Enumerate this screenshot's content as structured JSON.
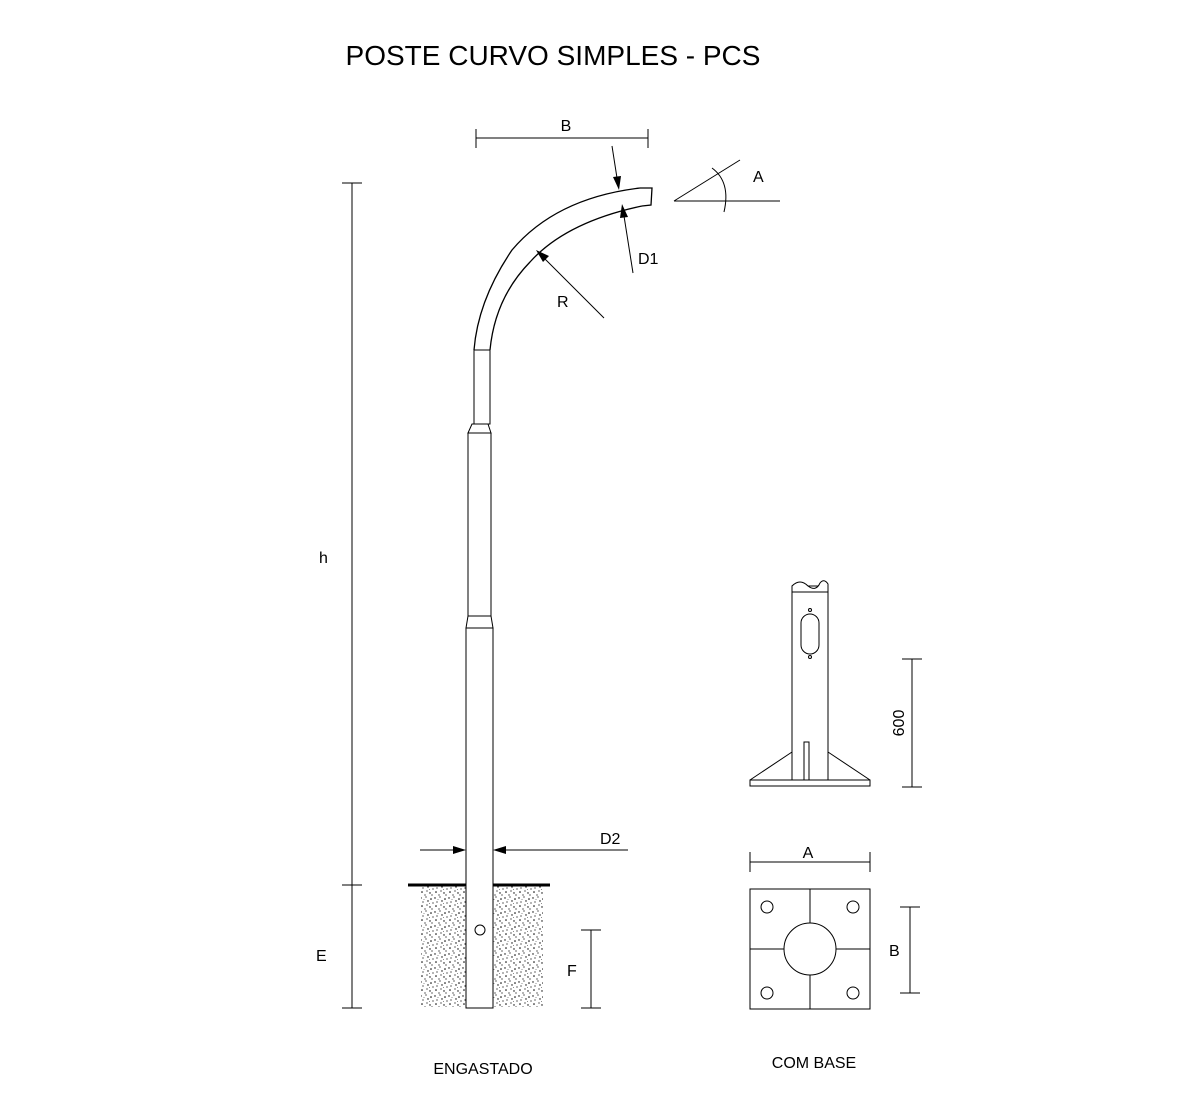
{
  "title": "POSTE CURVO SIMPLES - PCS",
  "labels": {
    "b_top": "B",
    "a_angle": "A",
    "d1": "D1",
    "r": "R",
    "h": "h",
    "d2": "D2",
    "e": "E",
    "f": "F",
    "height_600": "600",
    "a_base": "A",
    "b_base": "B"
  },
  "captions": {
    "engastado": "ENGASTADO",
    "com_base": "COM BASE"
  }
}
